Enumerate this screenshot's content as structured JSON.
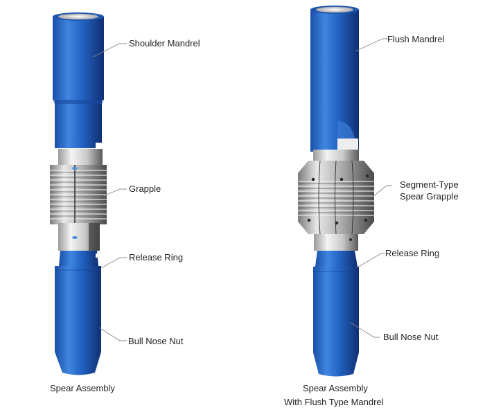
{
  "diagram": {
    "left_assembly": {
      "caption": "Spear Assembly",
      "labels": {
        "mandrel": "Shoulder  Mandrel",
        "grapple": "Grapple",
        "release_ring": "Release Ring",
        "bull_nose": "Bull Nose Nut"
      }
    },
    "right_assembly": {
      "caption_line1": "Spear Assembly",
      "caption_line2": "With Flush Type Mandrel",
      "labels": {
        "mandrel": "Flush  Mandrel",
        "grapple_line1": "Segment-Type",
        "grapple_line2": "Spear Grapple",
        "release_ring": "Release Ring",
        "bull_nose": "Bull Nose Nut"
      }
    },
    "colors": {
      "body_blue": "#1f5fbf",
      "body_blue_dark": "#123c8a",
      "body_blue_light": "#3f86e0",
      "steel": "#b8b8b8",
      "steel_dark": "#6e6e6e",
      "leader_line": "#8a8a8a"
    }
  }
}
